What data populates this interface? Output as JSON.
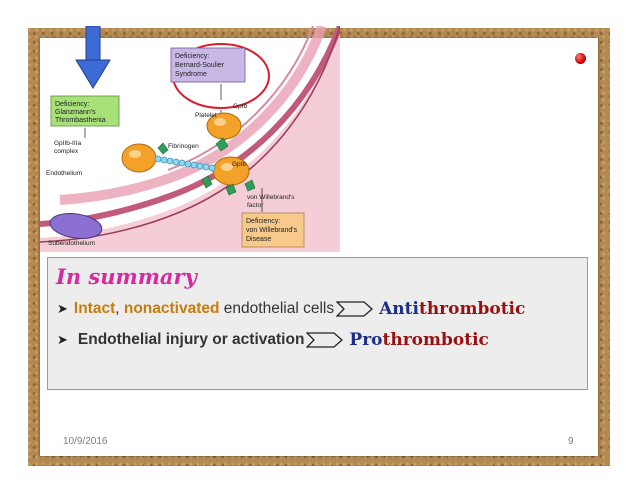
{
  "diagram": {
    "labels": {
      "bernard_box": [
        "Deficiency:",
        "Bernard-Soulier",
        "Syndrome"
      ],
      "glanzmann_box": [
        "Deficiency:",
        "Glanzmann's",
        "Thrombasthenia"
      ],
      "von_willebrand_box": [
        "Deficiency:",
        "von Willebrand's",
        "Disease"
      ],
      "gpib_top": "GpIb",
      "platelet": "Platelet",
      "gpiib_complex": [
        "GpIIb-IIIa",
        "complex"
      ],
      "fibrinogen": "Fibrinogen",
      "gpib_bottom": "GpIb",
      "endothelium": "Endothelium",
      "vwf_factor": [
        "von Willebrand's",
        "factor"
      ],
      "subendothelium": "Subendothelium"
    },
    "colors": {
      "bernard_box": "#c9b8e6",
      "glanzmann_box": "#a8e07a",
      "von_willebrand_box": "#f7c98a",
      "highlight_circle": "#d81f2f",
      "indicator_arrow": "#3c6bd6"
    }
  },
  "summary": {
    "title": "In summary",
    "line1": {
      "part_a": "Intact",
      "sep": ", ",
      "part_b": "nonactivated",
      "part_c": " endothelial cells",
      "term_a": "Anti",
      "term_b": "thrombotic"
    },
    "line2": {
      "text": "Endothelial injury or activation",
      "term_a": "Pro",
      "term_b": "thrombotic"
    }
  },
  "footer": {
    "date": "10/9/2016",
    "page": "9"
  }
}
